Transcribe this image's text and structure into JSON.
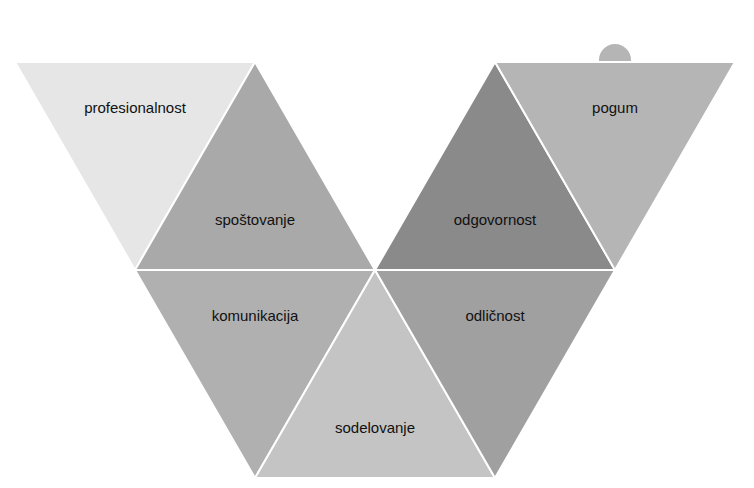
{
  "diagram": {
    "nodes": [
      {
        "text": [
          "profesionalnost"
        ]
      },
      {
        "text": [
          "spoštovanje"
        ]
      },
      {
        "text": [
          "odgovornost"
        ]
      },
      {
        "text": [
          "pogum"
        ]
      },
      {
        "text": [
          "komunikacija"
        ]
      },
      {
        "text": [
          "sodelovanje"
        ]
      },
      {
        "text": [
          "odličnost"
        ]
      }
    ]
  }
}
